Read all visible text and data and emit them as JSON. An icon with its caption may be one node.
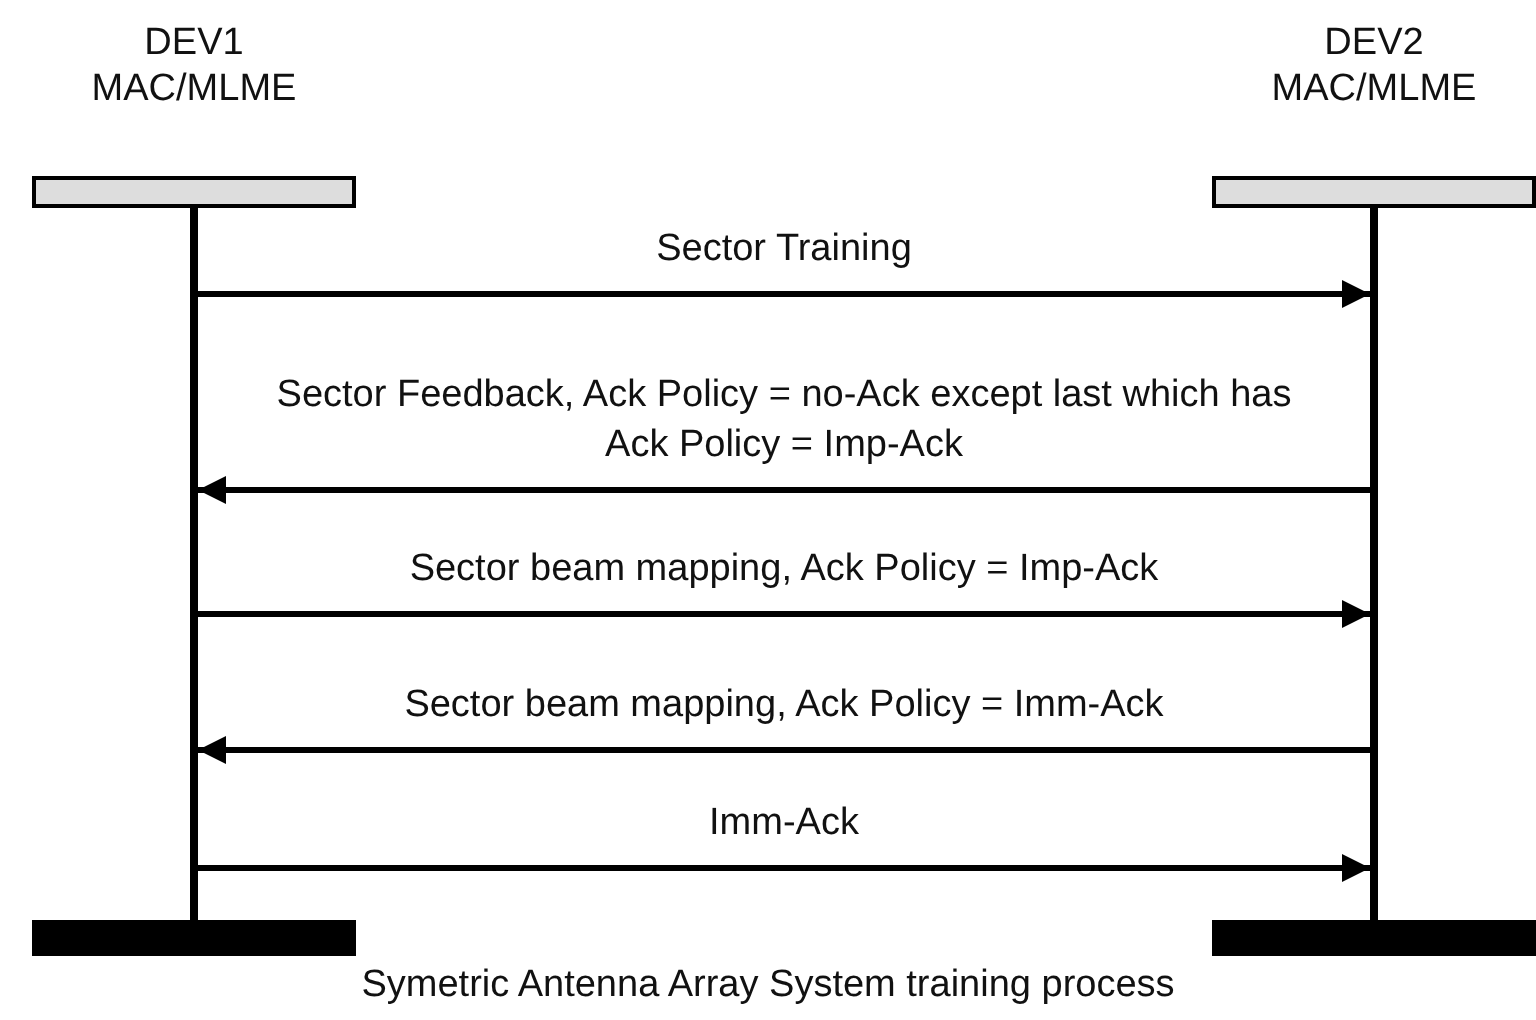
{
  "diagram": {
    "caption": "Symetric Antenna Array System training process",
    "nodes": [
      {
        "text": [
          "DEV1 MAC/MLME"
        ]
      },
      {
        "text": [
          "DEV2 MAC/MLME"
        ]
      }
    ],
    "edges": [
      {
        "from": 0,
        "to": 1,
        "arrow": "to",
        "label": "Sector Training"
      },
      {
        "from": 1,
        "to": 0,
        "arrow": "to",
        "label": "Sector Feedback, Ack Policy = no-Ack except last which has Ack Policy = Imp-Ack"
      },
      {
        "from": 0,
        "to": 1,
        "arrow": "to",
        "label": "Sector beam mapping, Ack Policy = Imp-Ack"
      },
      {
        "from": 1,
        "to": 0,
        "arrow": "to",
        "label": "Sector beam mapping, Ack Policy = Imm-Ack"
      },
      {
        "from": 0,
        "to": 1,
        "arrow": "to",
        "label": "Imm-Ack"
      }
    ]
  }
}
